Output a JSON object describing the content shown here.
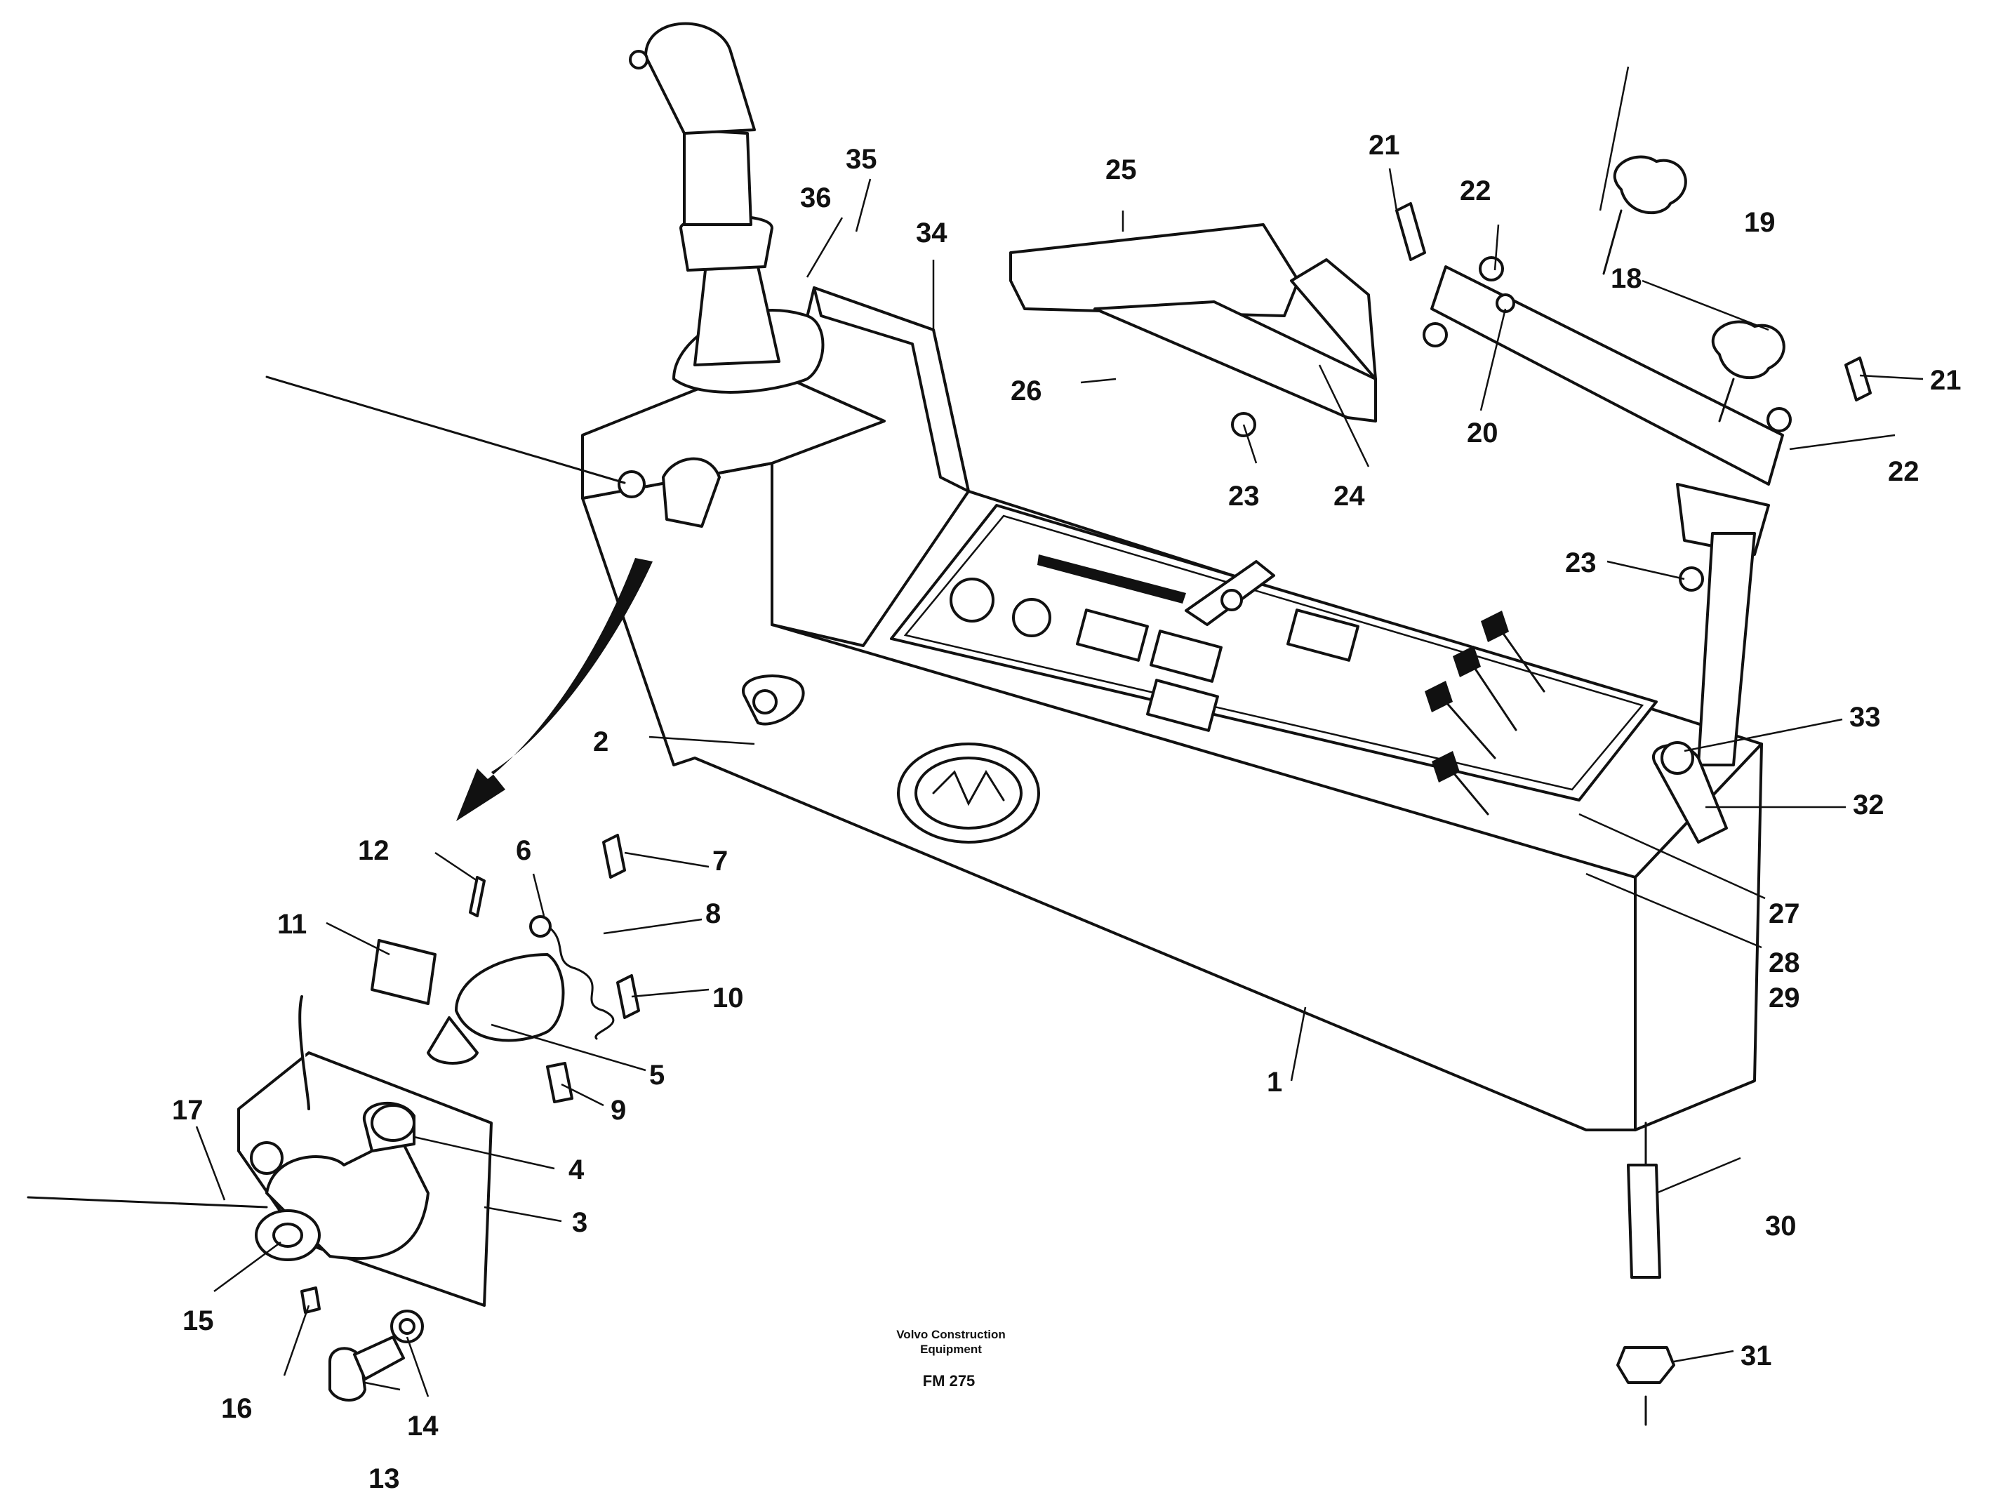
{
  "drawing": {
    "credit_line1": "Volvo Construction",
    "credit_line2": "Equipment",
    "figure_code": "FM 275"
  },
  "callouts": [
    "1",
    "2",
    "3",
    "4",
    "5",
    "6",
    "7",
    "8",
    "9",
    "10",
    "11",
    "12",
    "13",
    "14",
    "15",
    "16",
    "17",
    "18",
    "19",
    "20",
    "21",
    "21",
    "22",
    "22",
    "23",
    "23",
    "24",
    "25",
    "26",
    "27",
    "28",
    "29",
    "30",
    "31",
    "32",
    "33",
    "34",
    "35",
    "36"
  ],
  "parts": {
    "console_housing": "1",
    "nut": "2",
    "bracket_plate": "3",
    "bushing": "4",
    "cam": "5",
    "spring_pin": "6",
    "screw_7": "7",
    "spring": "8",
    "spacer": "9",
    "screw_10": "10",
    "microswitch": "11",
    "screw_12": "12",
    "cap_screw": "13",
    "washer": "14",
    "lever_hub": "15",
    "set_screw": "16",
    "cable": "17",
    "armrest_bracket": "18",
    "knob": "19",
    "washer_20": "20",
    "bolt_21": "21",
    "washer_22": "22",
    "nut_23": "23",
    "armrest_support": "24",
    "armrest_pad": "25",
    "screw_26": "26",
    "control_panel": "27",
    "screw_28": "28",
    "washer_29": "29",
    "stud": "30",
    "nut_31": "31",
    "lock_lever": "32",
    "lever_screw": "33",
    "gasket": "34",
    "screw_35": "35",
    "washer_36": "36"
  }
}
